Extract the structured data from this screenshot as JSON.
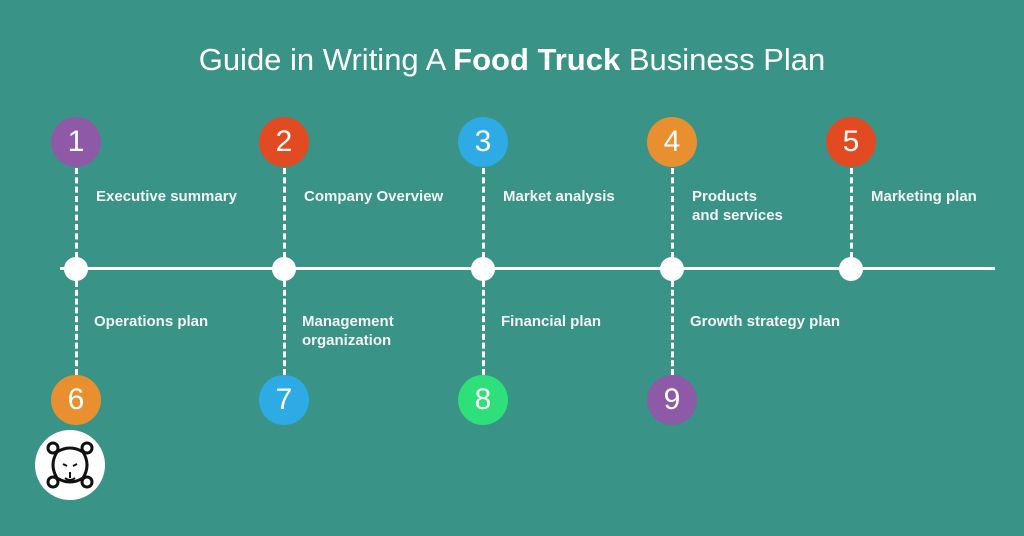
{
  "title": {
    "pre": "Guide in Writing A ",
    "bold": "Food Truck",
    "post": " Business Plan"
  },
  "top": [
    {
      "n": "1",
      "label": "Executive summary",
      "color": "#8e5aa8"
    },
    {
      "n": "2",
      "label": "Company Overview",
      "color": "#e24a22"
    },
    {
      "n": "3",
      "label": "Market analysis",
      "color": "#2eaae5"
    },
    {
      "n": "4",
      "label": "Products\nand services",
      "color": "#e8902f"
    },
    {
      "n": "5",
      "label": "Marketing plan",
      "color": "#e24a22"
    }
  ],
  "bottom": [
    {
      "n": "6",
      "label": "Operations plan",
      "color": "#e8902f"
    },
    {
      "n": "7",
      "label": "Management\norganization",
      "color": "#2eaae5"
    },
    {
      "n": "8",
      "label": "Financial plan",
      "color": "#2ee07a"
    },
    {
      "n": "9",
      "label": "Growth strategy plan",
      "color": "#8e5aa8"
    }
  ],
  "logo": "tiger-logo"
}
